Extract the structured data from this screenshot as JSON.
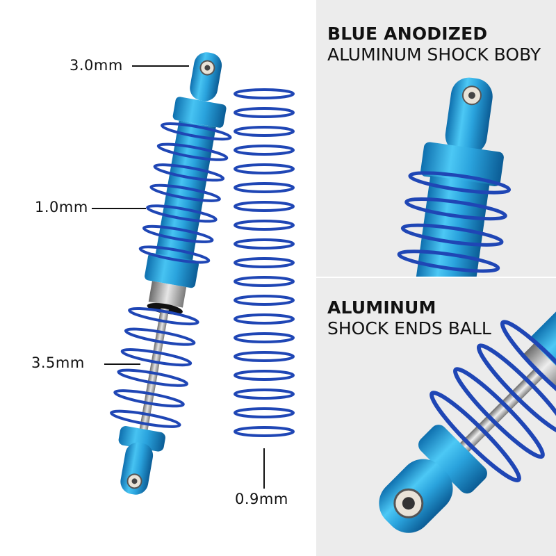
{
  "callouts": {
    "top_eye": "3.0mm",
    "spring_wire": "1.0mm",
    "shaft": "3.5mm",
    "loose_spring": "0.9mm"
  },
  "feature_top": {
    "headline": "BLUE ANODIZED",
    "subline": "ALUMINUM SHOCK BOBY"
  },
  "feature_bottom": {
    "headline": "ALUMINUM",
    "subline": "SHOCK ENDS BALL"
  },
  "colors": {
    "anodized_blue": "#2aa3dd",
    "spring_blue": "#1f46b5",
    "panel_gray": "#ececec"
  }
}
